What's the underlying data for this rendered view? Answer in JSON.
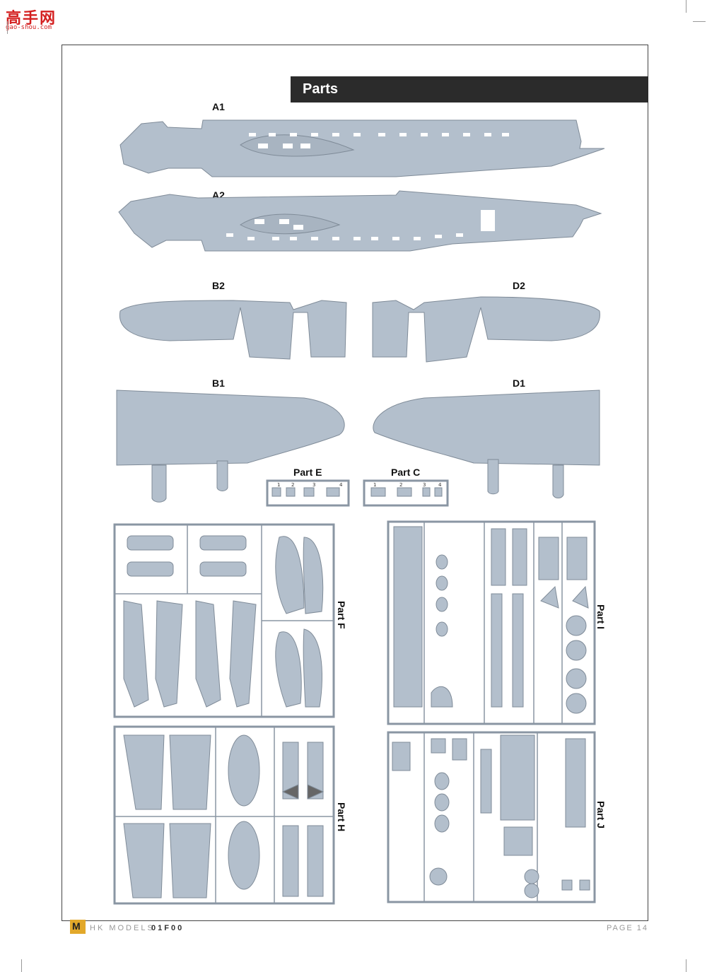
{
  "watermark": {
    "logo": "高手网",
    "url": "gao-shou.com"
  },
  "header": {
    "title": "Parts"
  },
  "labels": {
    "a1": "A1",
    "a2": "A2",
    "b2": "B2",
    "d2": "D2",
    "b1": "B1",
    "d1": "D1"
  },
  "sprues": {
    "part_e": {
      "title": "Part E",
      "numbers": [
        "1",
        "2",
        "3",
        "4"
      ]
    },
    "part_c": {
      "title": "Part C",
      "numbers": [
        "1",
        "2",
        "3",
        "4"
      ]
    },
    "part_f": {
      "title": "Part F"
    },
    "part_i": {
      "title": "Part I"
    },
    "part_h": {
      "title": "Part H"
    },
    "part_j": {
      "title": "Part J"
    }
  },
  "footer": {
    "logo": "M",
    "brand": "HK MODELS",
    "code": "01F00",
    "page": "PAGE 14"
  },
  "colors": {
    "plastic": "#b3bfcc",
    "header_bar": "#2b2b2b",
    "logo_red": "#d42020",
    "hk_yellow": "#e2a82a"
  }
}
